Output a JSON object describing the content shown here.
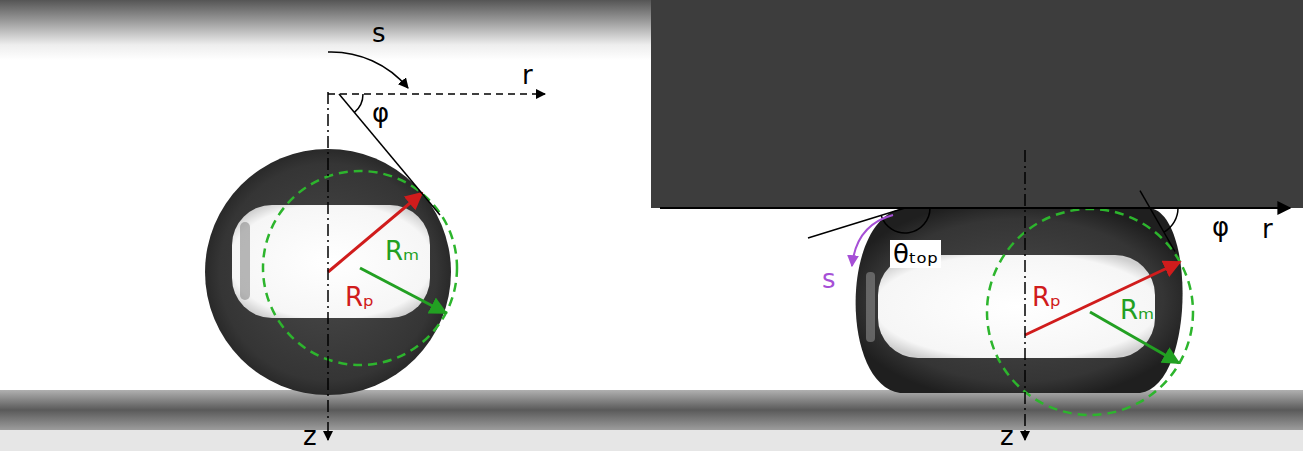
{
  "diagram": {
    "labels": [
      "s",
      "r",
      "φ",
      "Rₚ",
      "Rₘ",
      "z",
      "φ",
      "r",
      "θₜₒₚ",
      "s",
      "Rₚ",
      "Rₘ",
      "z"
    ]
  }
}
